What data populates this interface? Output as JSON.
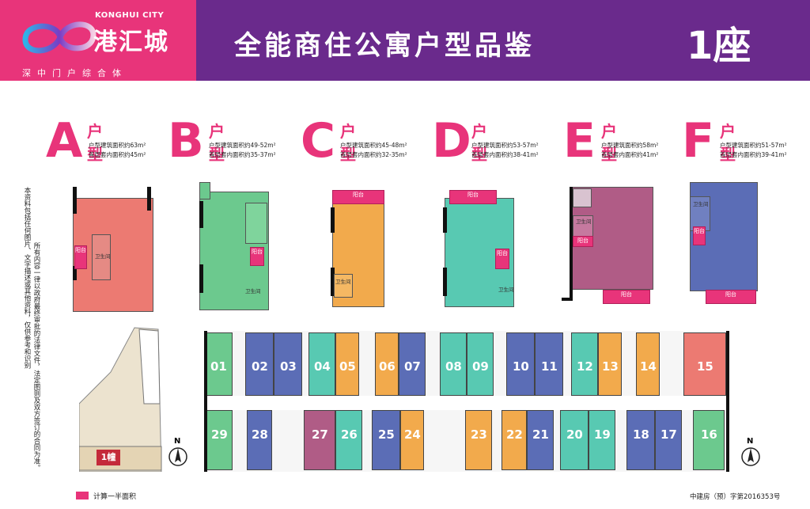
{
  "header": {
    "logo_en": "KONGHUI CITY",
    "logo_cn": "港汇城",
    "logo_sub": "深中门户综合体",
    "title": "全能商住公寓户型品鉴",
    "building": "1座"
  },
  "types": [
    {
      "letter": "A",
      "word": "户型",
      "line1": "户型建筑面积约63m²",
      "line2": "首层套内面积约45m²",
      "color": "#ec7a72"
    },
    {
      "letter": "B",
      "word": "户型",
      "line1": "户型建筑面积约49-52m²",
      "line2": "首层套内面积约35-37m²",
      "color": "#6cc98e"
    },
    {
      "letter": "C",
      "word": "户型",
      "line1": "户型建筑面积约45-48m²",
      "line2": "首层套内面积约32-35m²",
      "color": "#f2aa4c"
    },
    {
      "letter": "D",
      "word": "户型",
      "line1": "户型建筑面积约53-57m²",
      "line2": "首层套内面积约38-41m²",
      "color": "#58c9b2"
    },
    {
      "letter": "E",
      "word": "户型",
      "line1": "户型建筑面积约58m²",
      "line2": "首层套内面积约41m²",
      "color": "#b05c86"
    },
    {
      "letter": "F",
      "word": "户型",
      "line1": "户型建筑面积约51-57m²",
      "line2": "首层套内面积约39-41m²",
      "color": "#5b6db6"
    }
  ],
  "room_labels": {
    "balcony": "阳台",
    "bathroom": "卫生间"
  },
  "notes": {
    "left": "本资料包括任何图片、文字描述或其他资料，仅供参考和识别",
    "right": "所有内容一律以政府最终审批的法律文件，法定图则及双方签订的合同为准。"
  },
  "compass": "N",
  "site_label": "1幢",
  "units_top": [
    "01",
    "02",
    "03",
    "04",
    "05",
    "06",
    "07",
    "08",
    "09",
    "10",
    "11",
    "12",
    "13",
    "14",
    "15"
  ],
  "units_bottom": [
    "29",
    "28",
    "27",
    "26",
    "25",
    "24",
    "23",
    "22",
    "21",
    "20",
    "19",
    "18",
    "17",
    "16"
  ],
  "legend": "计算一半面积",
  "permit": "中建房（预）字第2016353号"
}
